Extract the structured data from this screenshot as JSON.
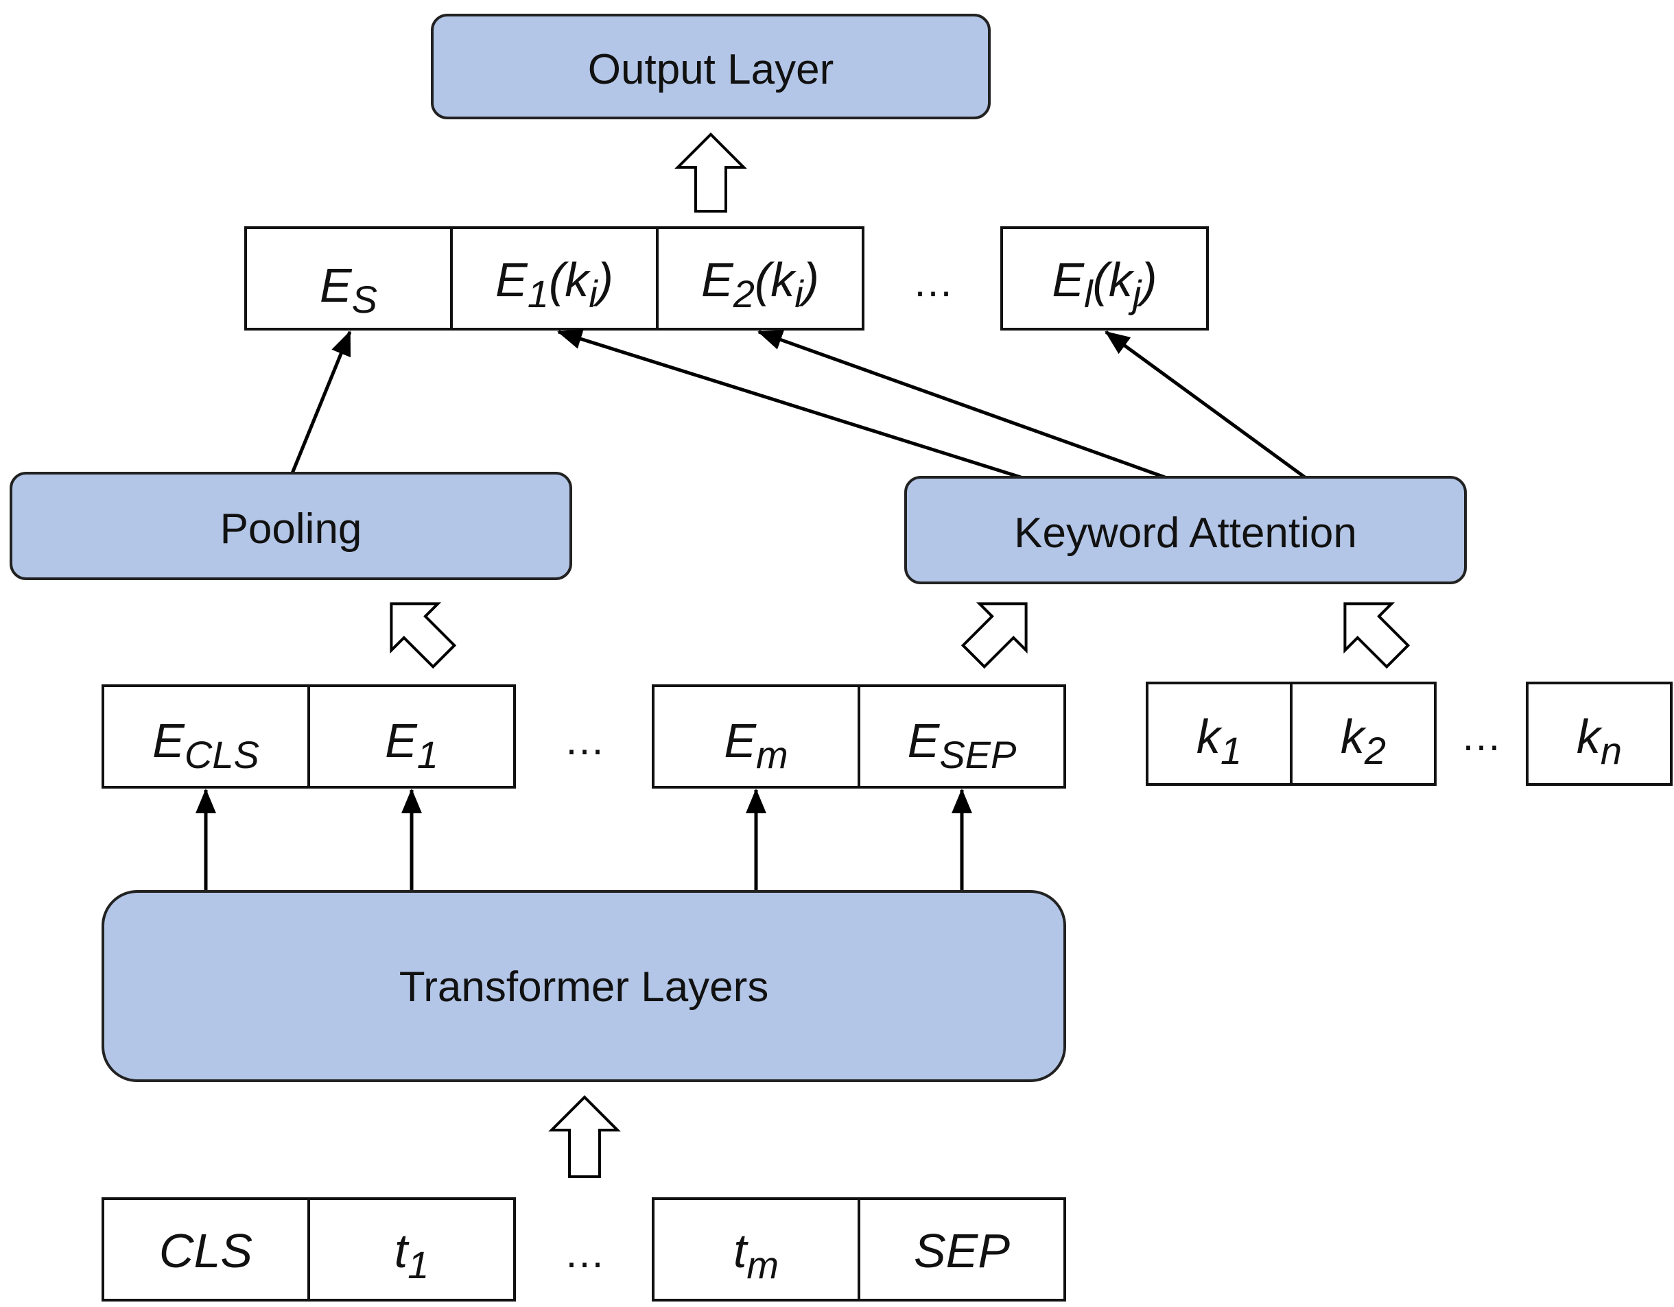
{
  "blocks": {
    "output_layer": "Output Layer",
    "pooling": "Pooling",
    "keyword_attention": "Keyword Attention",
    "transformer_layers": "Transformer Layers"
  },
  "embedding_row": {
    "es": {
      "main": "E",
      "sub": "S",
      "suffix": ""
    },
    "e1": {
      "main": "E",
      "sub": "1",
      "mid": "(k",
      "sub2": "i",
      "end": ")"
    },
    "e2": {
      "main": "E",
      "sub": "2",
      "mid": "(k",
      "sub2": "i",
      "end": ")"
    },
    "ellipsis": "…",
    "el": {
      "main": "E",
      "sub": "l",
      "mid": "(k",
      "sub2": "j",
      "end": ")"
    }
  },
  "token_embeddings": {
    "ecls": {
      "main": "E",
      "sub": "CLS"
    },
    "e1": {
      "main": "E",
      "sub": "1"
    },
    "ellipsis": "…",
    "em": {
      "main": "E",
      "sub": "m"
    },
    "esep": {
      "main": "E",
      "sub": "SEP"
    }
  },
  "keywords": {
    "k1": {
      "main": "k",
      "sub": "1"
    },
    "k2": {
      "main": "k",
      "sub": "2"
    },
    "ellipsis": "…",
    "kn": {
      "main": "k",
      "sub": "n"
    }
  },
  "input_tokens": {
    "cls": {
      "main": "CLS",
      "sub": ""
    },
    "t1": {
      "main": "t",
      "sub": "1"
    },
    "ellipsis": "…",
    "tm": {
      "main": "t",
      "sub": "m"
    },
    "sep": {
      "main": "SEP",
      "sub": ""
    }
  },
  "colors": {
    "block_fill": "#b3c6e7",
    "stroke": "#000000"
  }
}
